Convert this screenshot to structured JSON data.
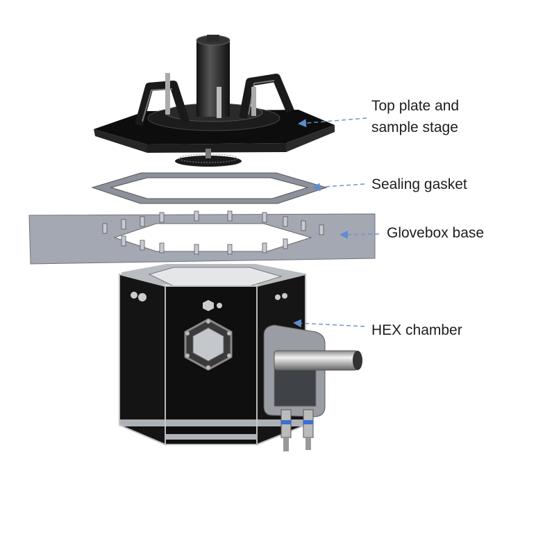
{
  "labels": {
    "top_plate_line1": "Top plate and",
    "top_plate_line2": "sample stage",
    "sealing_gasket": "Sealing gasket",
    "glovebox_base": "Glovebox base",
    "hex_chamber": "HEX chamber"
  },
  "colors": {
    "arrow": "#6f95c8",
    "metal_dark": "#161616",
    "gasket": "#8c919c",
    "base": "#a3a8b3",
    "silver": "#c9ccd2"
  }
}
